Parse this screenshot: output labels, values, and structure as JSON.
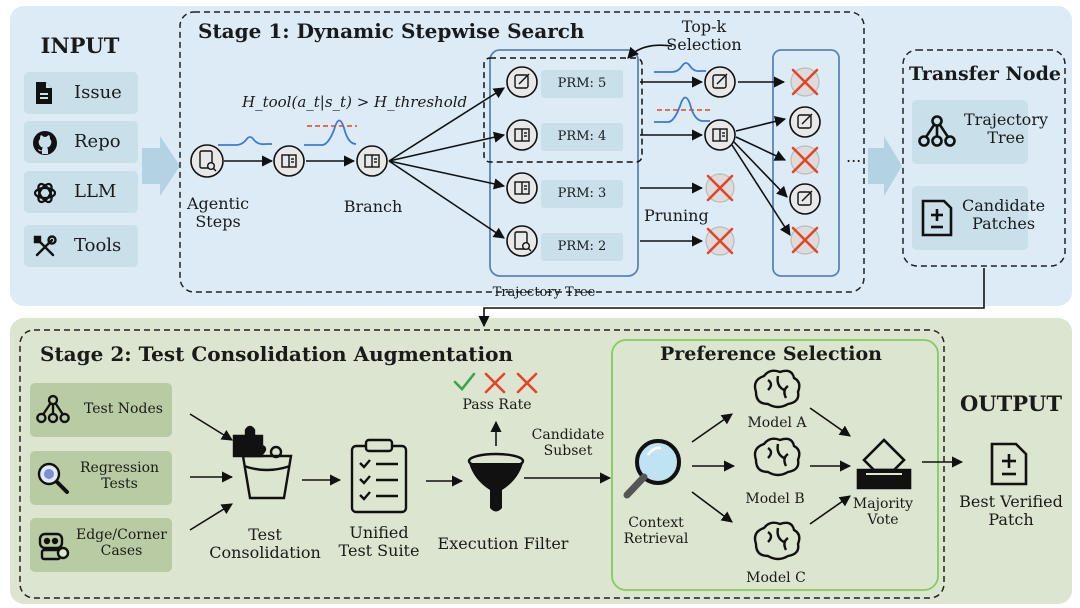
{
  "input": {
    "title": "INPUT",
    "items": [
      {
        "label": "Issue",
        "icon": "document-icon"
      },
      {
        "label": "Repo",
        "icon": "github-icon"
      },
      {
        "label": "LLM",
        "icon": "openai-icon"
      },
      {
        "label": "Tools",
        "icon": "tools-icon"
      }
    ]
  },
  "stage1": {
    "title": "Stage 1: Dynamic Stepwise Search",
    "agentic_steps": "Agentic\nSteps",
    "branch": "Branch",
    "formula": "H_tool(a_t|s_t) > H_threshold",
    "topk": "Top-k\nSelection",
    "pruning": "Pruning",
    "trajectory_tree": "Trajectory Tree",
    "ellipsis": "...",
    "prm": [
      "PRM: 5",
      "PRM: 4",
      "PRM: 3",
      "PRM: 2"
    ]
  },
  "transfer": {
    "title": "Transfer Node",
    "items": [
      {
        "label": "Trajectory\nTree",
        "icon": "tree-icon"
      },
      {
        "label": "Candidate\nPatches",
        "icon": "patch-icon"
      }
    ]
  },
  "stage2": {
    "title": "Stage 2: Test Consolidation Augmentation",
    "items": [
      {
        "label": "Test Nodes",
        "icon": "tree-icon"
      },
      {
        "label": "Regression\nTests",
        "icon": "bug-search-icon"
      },
      {
        "label": "Edge/Corner\nCases",
        "icon": "robot-icon"
      }
    ],
    "test_consolidation": "Test\nConsolidation",
    "unified": "Unified\nTest Suite",
    "execution_filter": "Execution Filter",
    "pass_rate": "Pass Rate",
    "candidate_subset": "Candidate\nSubset"
  },
  "preference": {
    "title": "Preference Selection",
    "context_retrieval": "Context\nRetrieval",
    "models": [
      "Model A",
      "Model B",
      "Model C"
    ],
    "majority_vote": "Majority\nVote"
  },
  "output": {
    "title": "OUTPUT",
    "label": "Best Verified\nPatch"
  },
  "colors": {
    "blue_panel": "#dcebf6",
    "green_panel": "#dbe5cf",
    "blue_item": "#c9dfe9",
    "green_item": "#b8cba3",
    "tree_border": "#5a84b8",
    "pref_border": "#7fcf5f",
    "cross": "#e2452a",
    "check": "#3aa64a",
    "curve": "#3a7bd5",
    "threshold": "#e2452a"
  }
}
